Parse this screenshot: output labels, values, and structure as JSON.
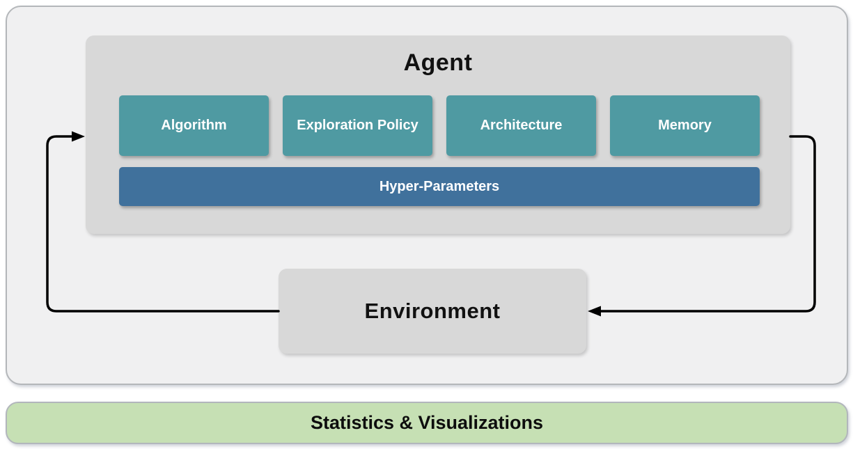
{
  "diagram": {
    "agent": {
      "title": "Agent",
      "modules": [
        {
          "label": "Algorithm"
        },
        {
          "label": "Exploration Policy"
        },
        {
          "label": "Architecture"
        },
        {
          "label": "Memory"
        }
      ],
      "hyper_parameters_label": "Hyper-Parameters"
    },
    "environment": {
      "title": "Environment"
    },
    "footer": {
      "label": "Statistics & Visualizations"
    },
    "icons": {
      "env_to_agent": "arrow-right-icon",
      "agent_to_env": "arrow-left-icon"
    },
    "colors": {
      "module_teal": "#4f9aa2",
      "hyper_parameters_blue": "#40719c",
      "footer_green": "#c6e0b4",
      "inner_box_gray": "#d8d8d8",
      "panel_gray": "#f0f0f1",
      "panel_border_gray": "#b4b7ba",
      "arrow_black": "#000000"
    }
  }
}
